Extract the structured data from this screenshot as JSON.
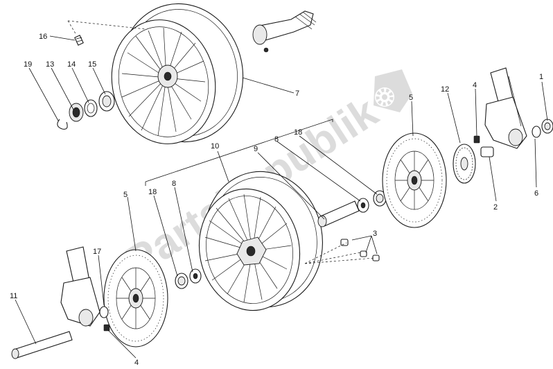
{
  "watermark": {
    "text": "PartsRepublik"
  },
  "callouts": {
    "c1": "1",
    "c2": "2",
    "c3": "3",
    "c4a": "4",
    "c4b": "4",
    "c5a": "5",
    "c5b": "5",
    "c6": "6",
    "c7": "7",
    "c8a": "8",
    "c8b": "8",
    "c9": "9",
    "c10": "10",
    "c11": "11",
    "c12": "12",
    "c13": "13",
    "c14": "14",
    "c15": "15",
    "c16": "16",
    "c17": "17",
    "c18a": "18",
    "c18b": "18",
    "c19": "19"
  }
}
